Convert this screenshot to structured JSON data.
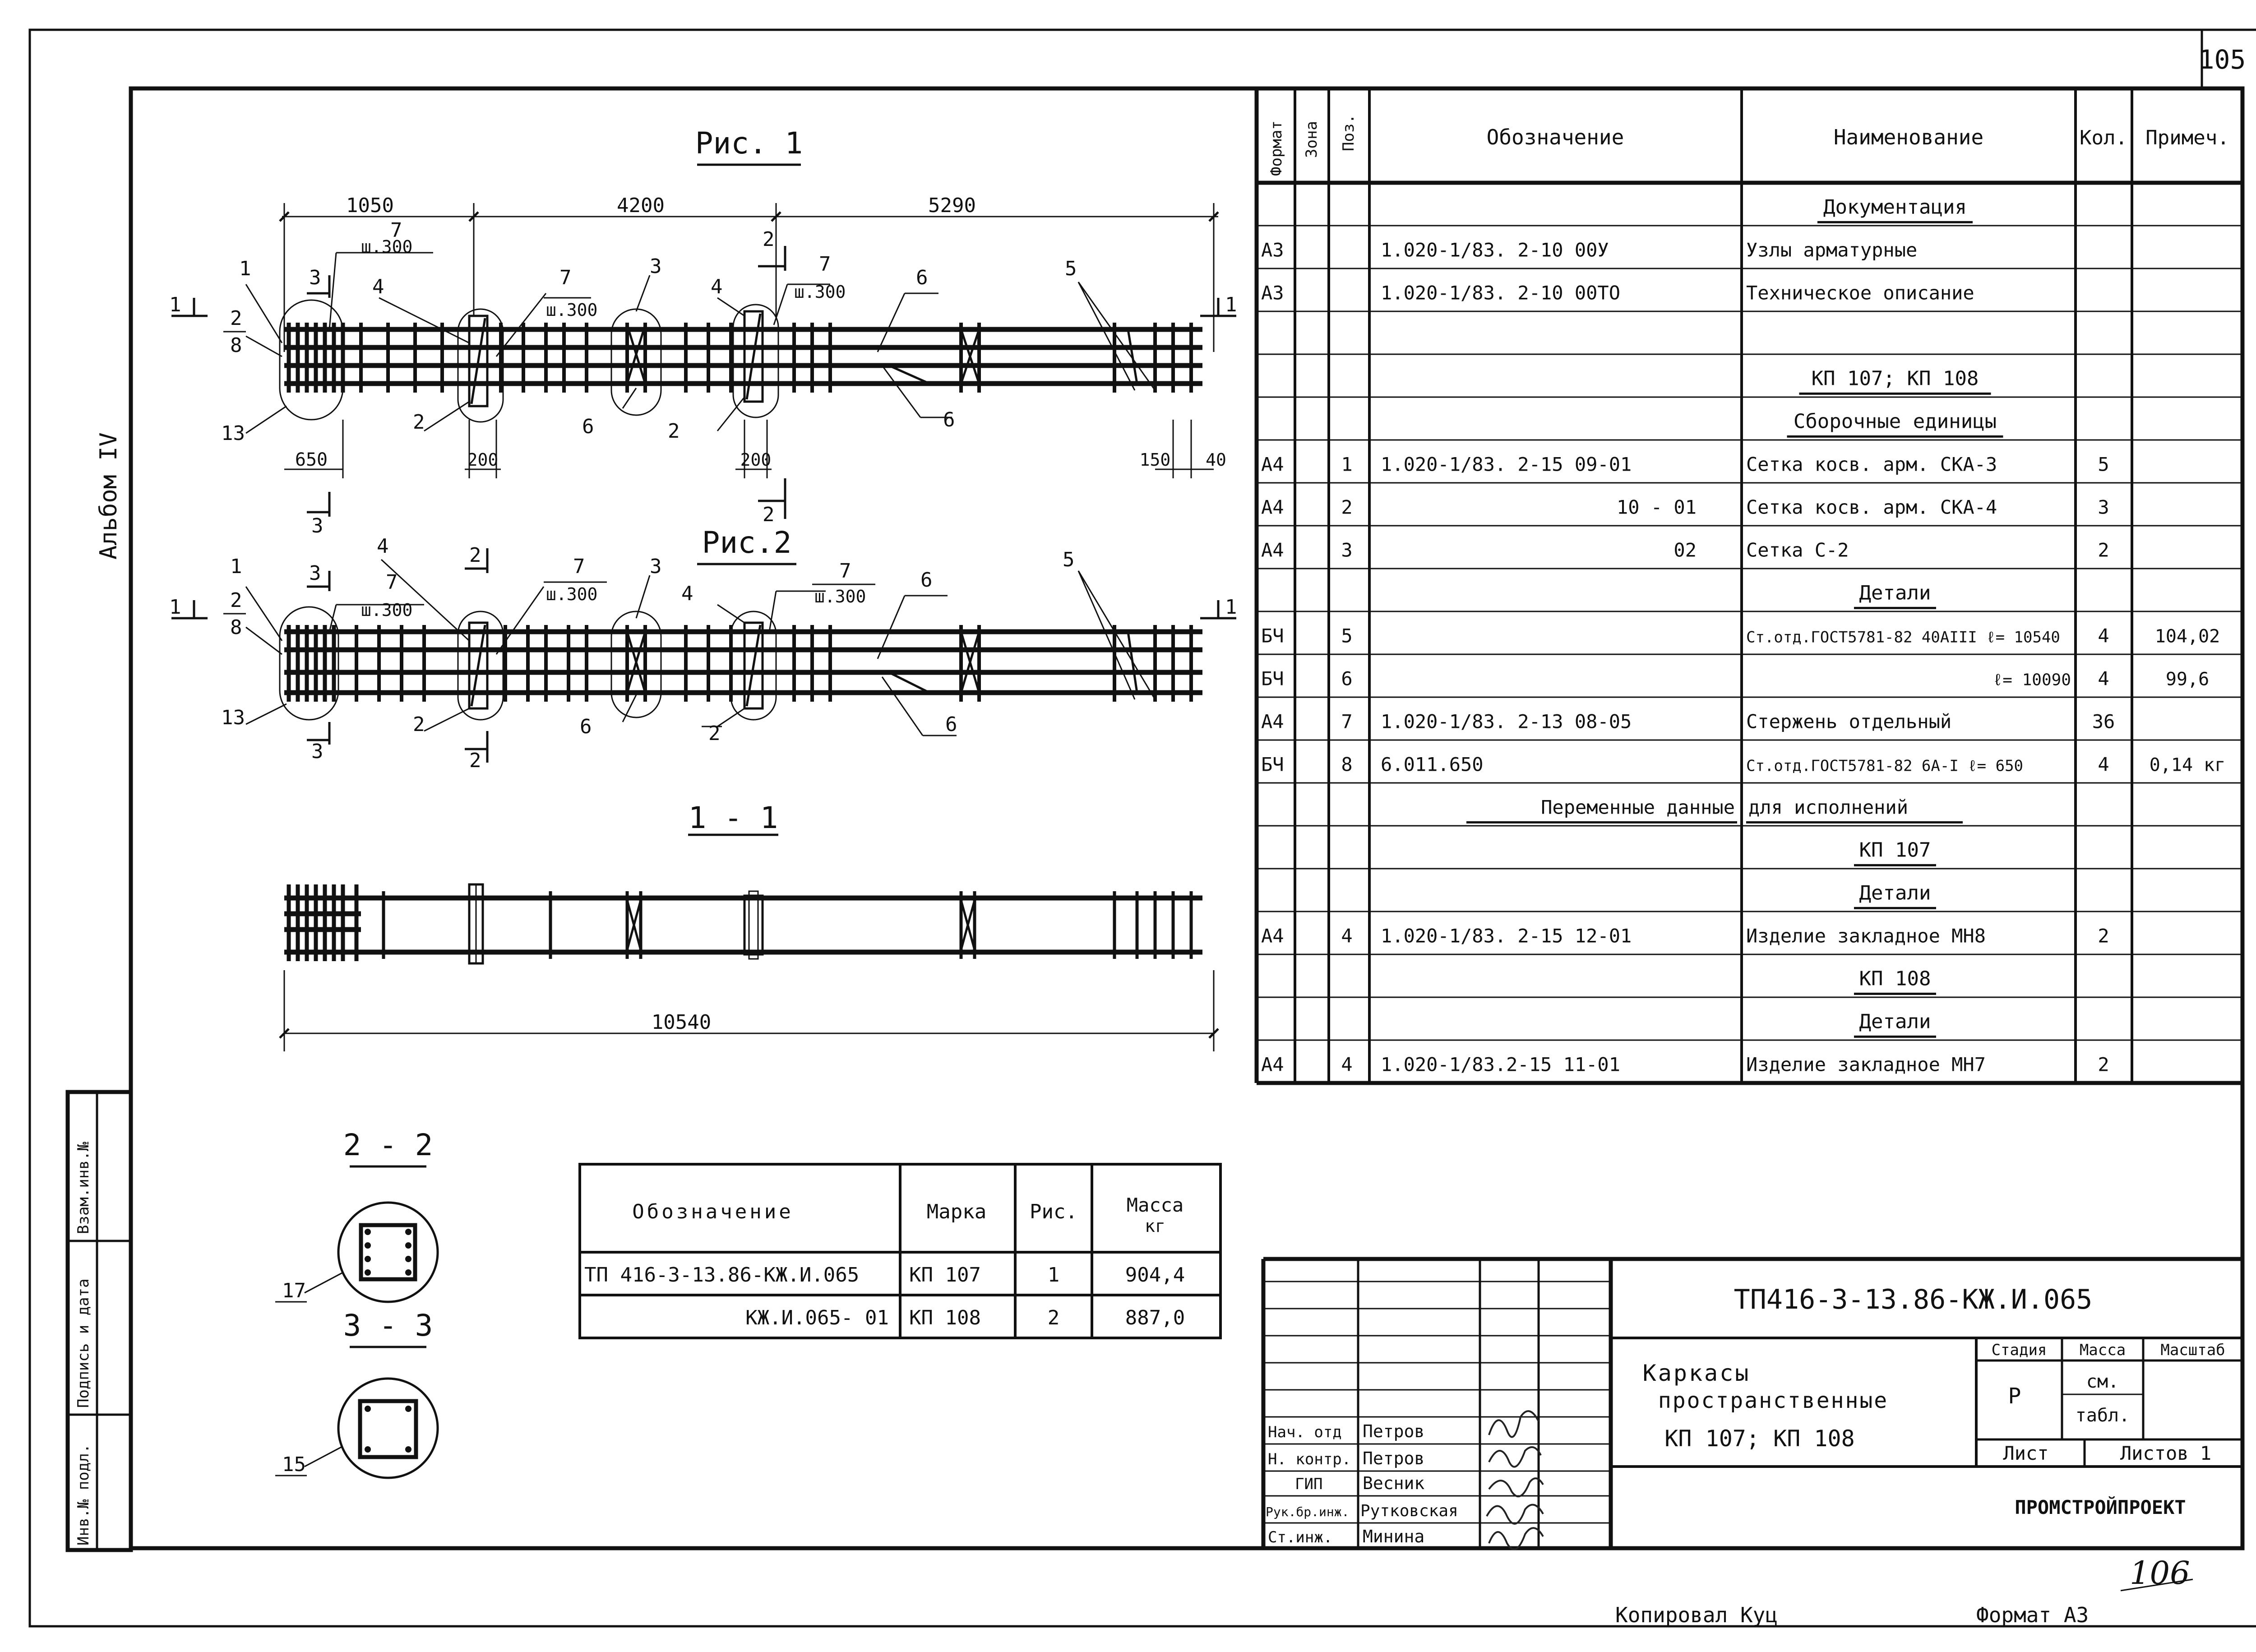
{
  "sheet": {
    "sheet_number": "105",
    "album_label": "Альбом IV",
    "hand_number": "106",
    "copied_by": "Копировал Куц",
    "format": "Формат А3"
  },
  "drawing": {
    "fig1_title": "Рис. 1",
    "fig2_title": "Рис.2",
    "section_1_1": "1 - 1",
    "section_2_2": "2 - 2",
    "section_3_3": "3 - 3",
    "dims_top": [
      "1050",
      "4200",
      "5290"
    ],
    "dims_fig1_bottom": [
      "650",
      "200",
      "200",
      "150",
      "40"
    ],
    "total_length": "10540",
    "step_label": "ш.300",
    "section_mark_1": "1",
    "section_mark_2": "2",
    "section_mark_3": "3",
    "pos_1": "1",
    "pos_2": "2",
    "pos_3": "3",
    "pos_4": "4",
    "pos_5": "5",
    "pos_6": "6",
    "pos_7": "7",
    "pos_8": "8",
    "pos_13": "13",
    "pos_15": "15",
    "pos_17": "17"
  },
  "spec": {
    "headers": [
      "Формат",
      "Зона",
      "Поз.",
      "Обозначение",
      "Наименование",
      "Кол.",
      "Примеч."
    ],
    "rows": [
      {
        "fmt": "",
        "pos": "",
        "code": "",
        "name": "Документация",
        "qty": "",
        "note": "",
        "heading": true
      },
      {
        "fmt": "А3",
        "pos": "",
        "code": "1.020-1/83. 2-10 00У",
        "name": "Узлы арматурные",
        "qty": "",
        "note": ""
      },
      {
        "fmt": "А3",
        "pos": "",
        "code": "1.020-1/83. 2-10 00ТО",
        "name": "Техническое описание",
        "qty": "",
        "note": ""
      },
      {
        "fmt": "",
        "pos": "",
        "code": "",
        "name": "",
        "qty": "",
        "note": ""
      },
      {
        "fmt": "",
        "pos": "",
        "code": "",
        "name": "КП 107;  КП 108",
        "qty": "",
        "note": "",
        "heading": true
      },
      {
        "fmt": "",
        "pos": "",
        "code": "",
        "name": "Сборочные единицы",
        "qty": "",
        "note": "",
        "heading": true
      },
      {
        "fmt": "А4",
        "pos": "1",
        "code": "1.020-1/83. 2-15  09-01",
        "name": "Сетка косв. арм.  СКА-3",
        "qty": "5",
        "note": ""
      },
      {
        "fmt": "А4",
        "pos": "2",
        "code": "10 - 01",
        "name": "Сетка косв. арм.  СКА-4",
        "qty": "3",
        "note": "",
        "code_right": true
      },
      {
        "fmt": "А4",
        "pos": "3",
        "code": "02",
        "name": "Сетка С-2",
        "qty": "2",
        "note": "",
        "code_right": true
      },
      {
        "fmt": "",
        "pos": "",
        "code": "",
        "name": "Детали",
        "qty": "",
        "note": "",
        "heading": true
      },
      {
        "fmt": "БЧ",
        "pos": "5",
        "code": "",
        "name": "Ст.отд.ГОСТ5781-82 40АIII ℓ= 10540",
        "qty": "4",
        "note": "104,02",
        "small": true
      },
      {
        "fmt": "БЧ",
        "pos": "6",
        "code": "",
        "name": "ℓ= 10090",
        "qty": "4",
        "note": "99,6",
        "small": true,
        "name_right": true
      },
      {
        "fmt": "А4",
        "pos": "7",
        "code": "1.020-1/83. 2-13  08-05",
        "name": "Стержень отдельный",
        "qty": "36",
        "note": ""
      },
      {
        "fmt": "БЧ",
        "pos": "8",
        "code": "6.011.650",
        "name": "Ст.отд.ГОСТ5781-82 6А-I ℓ= 650",
        "qty": "4",
        "note": "0,14 кг",
        "small": true
      },
      {
        "fmt": "",
        "pos": "",
        "code": "Переменные данные",
        "name": "для  исполнений",
        "qty": "",
        "note": "",
        "variable": true
      },
      {
        "fmt": "",
        "pos": "",
        "code": "",
        "name": "КП 107",
        "qty": "",
        "note": "",
        "heading": true
      },
      {
        "fmt": "",
        "pos": "",
        "code": "",
        "name": "Детали",
        "qty": "",
        "note": "",
        "heading": true
      },
      {
        "fmt": "А4",
        "pos": "4",
        "code": "1.020-1/83. 2-15  12-01",
        "name": "Изделие закладное МН8",
        "qty": "2",
        "note": ""
      },
      {
        "fmt": "",
        "pos": "",
        "code": "",
        "name": "КП 108",
        "qty": "",
        "note": "",
        "heading": true
      },
      {
        "fmt": "",
        "pos": "",
        "code": "",
        "name": "Детали",
        "qty": "",
        "note": "",
        "heading": true
      },
      {
        "fmt": "А4",
        "pos": "4",
        "code": "1.020-1/83.2-15  11-01",
        "name": "Изделие закладное МН7",
        "qty": "2",
        "note": ""
      }
    ]
  },
  "mark_table": {
    "headers": [
      "Обозначение",
      "Марка",
      "Рис.",
      "Масса"
    ],
    "mass_unit": "кг",
    "rows": [
      {
        "code": "ТП 416-3-13.86-КЖ.И.065",
        "mark": "КП 107",
        "fig": "1",
        "mass": "904,4"
      },
      {
        "code": "КЖ.И.065- 01",
        "mark": "КП 108",
        "fig": "2",
        "mass": "887,0"
      }
    ]
  },
  "side_stamp": [
    "Инв.№ подл.",
    "Подпись и дата",
    "Взам.инв.№"
  ],
  "title_block": {
    "doc_code": "ТП416-3-13.86-КЖ.И.065",
    "title_lines": [
      "Каркасы",
      "пространственные",
      "КП 107;  КП 108"
    ],
    "stage_label": "Стадия",
    "mass_label": "Масса",
    "scale_label": "Масштаб",
    "stage_value": "Р",
    "mass_value_1": "см.",
    "mass_value_2": "табл.",
    "sheet_label": "Лист",
    "sheets_label": "Листов 1",
    "org": "ПРОМСТРОЙПРОЕКТ",
    "people": [
      {
        "role": "Нач. отд",
        "name": "Петров"
      },
      {
        "role": "Н. контр.",
        "name": "Петров"
      },
      {
        "role": "ГИП",
        "name": "Весник"
      },
      {
        "role": "Рук.бр.инж.",
        "name": "Рутковская"
      },
      {
        "role": "Ст.инж.",
        "name": "Минина"
      }
    ]
  }
}
